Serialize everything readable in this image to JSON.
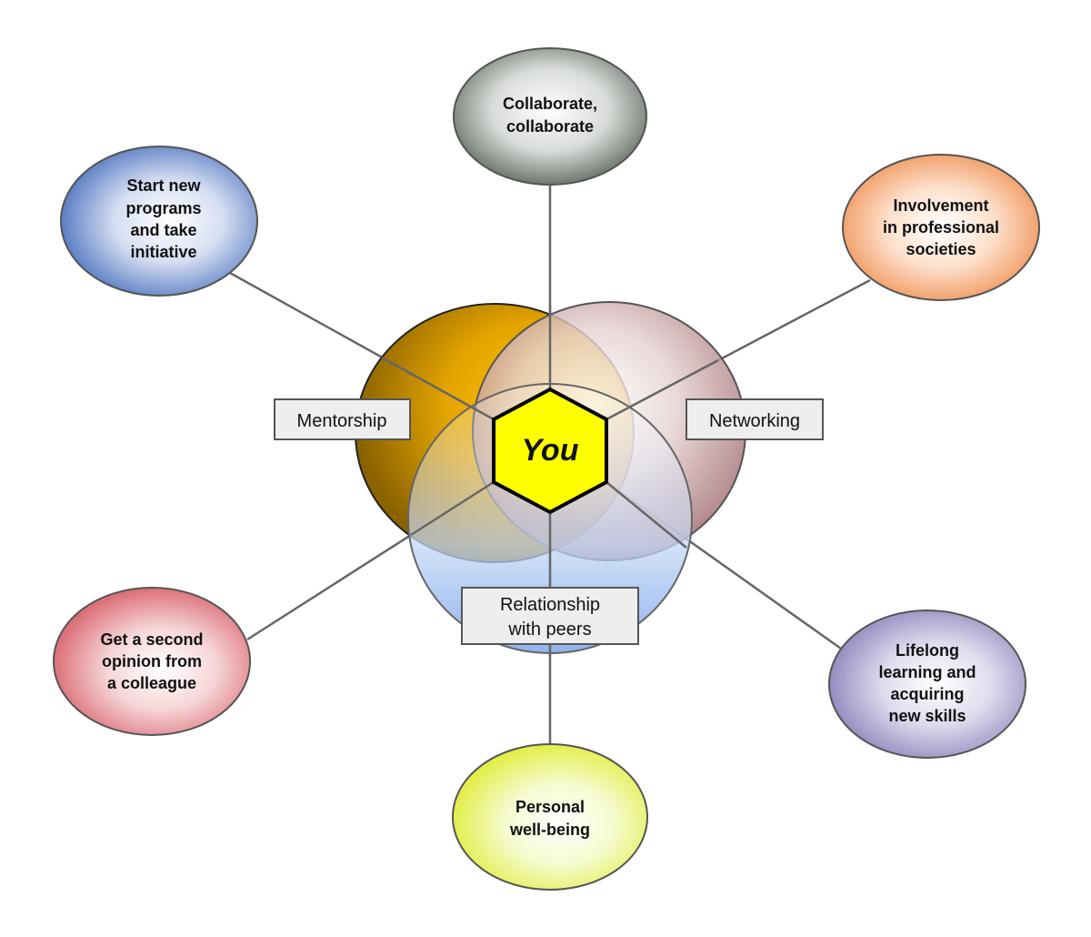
{
  "center": {
    "label": "You",
    "fill": "#ffff00"
  },
  "circles": [
    {
      "id": "mentorship",
      "label": "Mentorship",
      "color": "#e8a800"
    },
    {
      "id": "networking",
      "label": "Networking",
      "color": "#a06a6e"
    },
    {
      "id": "peers",
      "label": [
        "Relationship",
        "with peers"
      ],
      "color": "#6f9ee8"
    }
  ],
  "bubbles": [
    {
      "id": "collaborate",
      "lines": [
        "Collaborate,",
        "collaborate"
      ],
      "color": "#707a70"
    },
    {
      "id": "start-new",
      "lines": [
        "Start new",
        "programs",
        "and take",
        "initiative"
      ],
      "color": "#5a80c8"
    },
    {
      "id": "involvement",
      "lines": [
        "Involvement",
        "in professional",
        "societies"
      ],
      "color": "#f39a60"
    },
    {
      "id": "second-opinion",
      "lines": [
        "Get a second",
        "opinion  from",
        "a colleague"
      ],
      "color": "#e07a80"
    },
    {
      "id": "lifelong",
      "lines": [
        "Lifelong",
        "learning  and",
        "acquiring",
        "new skills"
      ],
      "color": "#9a90c4"
    },
    {
      "id": "well-being",
      "lines": [
        "Personal",
        "well-being"
      ],
      "color": "#e4f050"
    }
  ]
}
